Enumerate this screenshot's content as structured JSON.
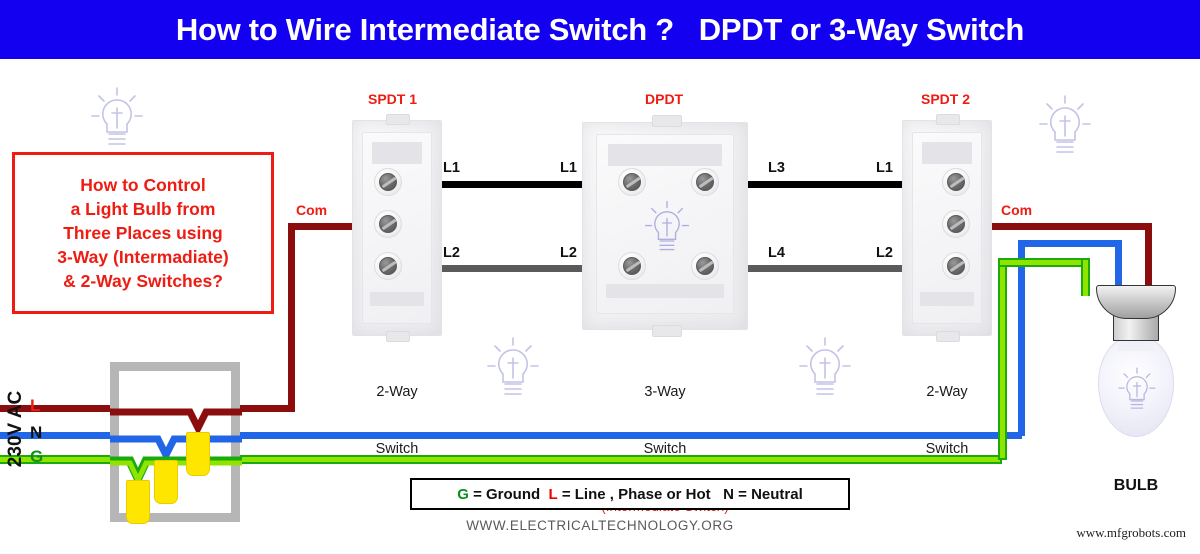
{
  "header": {
    "title": "How to Wire Intermediate Switch ?   DPDT or 3-Way Switch",
    "bg_color": "#1400f0",
    "text_color": "#ffffff"
  },
  "info_box": {
    "border_color": "#ee1c12",
    "text_color": "#ee1c12",
    "lines": [
      "How to Control",
      "a Light Bulb from",
      "Three Places using",
      "3-Way (Intermadiate)",
      "& 2-Way Switches?"
    ]
  },
  "switches": [
    {
      "id": "spdt1",
      "top_label": "SPDT 1",
      "caption_line1": "2-Way",
      "caption_line2": "Switch",
      "caption_sub": "",
      "terminals": [
        {
          "name": "L1",
          "label": "L1",
          "label_side": "right"
        },
        {
          "name": "Com",
          "label": "Com",
          "label_side": "left"
        },
        {
          "name": "L2",
          "label": "L2",
          "label_side": "right"
        }
      ]
    },
    {
      "id": "dpdt",
      "top_label": "DPDT",
      "caption_line1": "3-Way",
      "caption_line2": "Switch",
      "caption_sub": "(Intermediate Switch)",
      "terminals": [
        {
          "name": "L1",
          "label": "L1",
          "label_side": "left"
        },
        {
          "name": "L3",
          "label": "L3",
          "label_side": "right"
        },
        {
          "name": "L2",
          "label": "L2",
          "label_side": "left"
        },
        {
          "name": "L4",
          "label": "L4",
          "label_side": "right"
        }
      ]
    },
    {
      "id": "spdt2",
      "top_label": "SPDT 2",
      "caption_line1": "2-Way",
      "caption_line2": "Switch",
      "caption_sub": "",
      "terminals": [
        {
          "name": "L1",
          "label": "L1",
          "label_side": "left"
        },
        {
          "name": "Com",
          "label": "Com",
          "label_side": "right"
        },
        {
          "name": "L2",
          "label": "L2",
          "label_side": "left"
        }
      ]
    }
  ],
  "wire_labels": {
    "spdt1_l1": "L1",
    "spdt1_com": "Com",
    "spdt1_l2": "L2",
    "dpdt_l1": "L1",
    "dpdt_l2": "L2",
    "dpdt_l3": "L3",
    "dpdt_l4": "L4",
    "spdt2_l1": "L1",
    "spdt2_com": "Com",
    "spdt2_l2": "L2"
  },
  "supply": {
    "voltage_label": "230V AC",
    "line_label": "L",
    "neutral_label": "N",
    "ground_label": "G",
    "line_color": "#8b0d0d",
    "neutral_color": "#2266e8",
    "ground_color": "#1aaa0a",
    "ground_inner_color": "#8fe400",
    "line_text_color": "#ee1c12",
    "neutral_text_color": "#111111",
    "ground_text_color": "#0a8f20",
    "wire_nut_color": "#ffe600"
  },
  "wire_colors": {
    "black": "#000000",
    "gray": "#5a5a5a",
    "dark_red": "#8b0d0d",
    "blue": "#2266e8",
    "green": "#1aaa0a",
    "green_inner": "#8fe400"
  },
  "legend": {
    "ground_symbol": "G",
    "ground_text": " = Ground  ",
    "line_symbol": "L",
    "line_text": " = Line , Phase or Hot   ",
    "neutral_symbol": "N",
    "neutral_text": " = Neutral"
  },
  "bulb": {
    "label": "BULB"
  },
  "footer": {
    "site": "WWW.ELECTRICALTECHNOLOGY.ORG",
    "attribution": "www.mfgrobots.com"
  }
}
